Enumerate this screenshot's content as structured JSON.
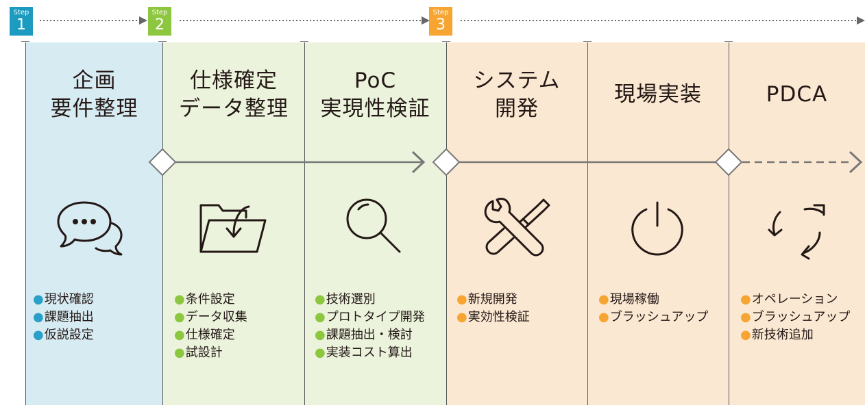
{
  "colors": {
    "blue_bg": "#d7ebf2",
    "green_bg": "#ebf3dd",
    "orange_bg": "#fbe8d2",
    "blue_bullet": "#2a9fc8",
    "green_bullet": "#8dc63f",
    "orange_bullet": "#f6a532",
    "step1": "#1a9bbf",
    "step2": "#8dc63f",
    "step3": "#f6a532"
  },
  "steps": [
    {
      "word": "Step",
      "number": "1"
    },
    {
      "word": "Step",
      "number": "2"
    },
    {
      "word": "Step",
      "number": "3"
    }
  ],
  "phases": [
    {
      "title": "企画\n要件整理",
      "icon": "speech-bubbles-icon",
      "items": [
        "現状確認",
        "課題抽出",
        "仮説設定"
      ]
    },
    {
      "title": "仕様確定\nデータ整理",
      "icon": "folder-download-icon",
      "items": [
        "条件設定",
        "データ収集",
        "仕様確定",
        "試設計"
      ]
    },
    {
      "title": "PoC\n実現性検証",
      "icon": "magnifier-icon",
      "items": [
        "技術選別",
        "プロトタイプ開発",
        "課題抽出・検討",
        "実装コスト算出"
      ]
    },
    {
      "title": "システム\n開発",
      "icon": "wrench-screwdriver-icon",
      "items": [
        "新規開発",
        "実効性検証"
      ]
    },
    {
      "title": "現場実装",
      "icon": "power-icon",
      "items": [
        "現場稼働",
        "ブラッシュアップ"
      ]
    },
    {
      "title": "PDCA",
      "icon": "cycle-arrows-icon",
      "items": [
        "オペレーション",
        "ブラッシュアップ",
        "新技術追加"
      ]
    }
  ]
}
